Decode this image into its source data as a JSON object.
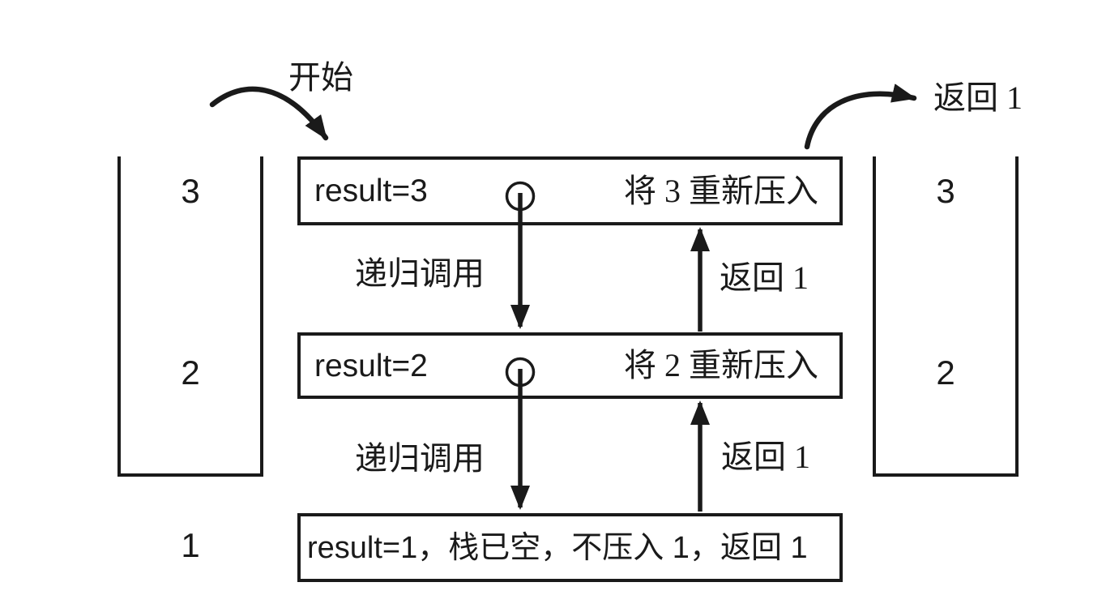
{
  "colors": {
    "background": "#ffffff",
    "ink": "#1a1a1a"
  },
  "annotations": {
    "start": "开始",
    "return_final": "返回 1"
  },
  "left_stack": {
    "items": [
      "3",
      "2"
    ],
    "popped_item": "1"
  },
  "right_stack": {
    "items": [
      "3",
      "2"
    ]
  },
  "frames": [
    {
      "result": "result=3",
      "action": "将 3 重新压入"
    },
    {
      "result": "result=2",
      "action": "将 2 重新压入"
    },
    {
      "text": "result=1，栈已空，不压入 1，返回 1"
    }
  ],
  "edges": [
    {
      "type": "recursive-call",
      "label": "递归调用"
    },
    {
      "type": "return",
      "label": "返回 1"
    },
    {
      "type": "recursive-call",
      "label": "递归调用"
    },
    {
      "type": "return",
      "label": "返回 1"
    }
  ]
}
